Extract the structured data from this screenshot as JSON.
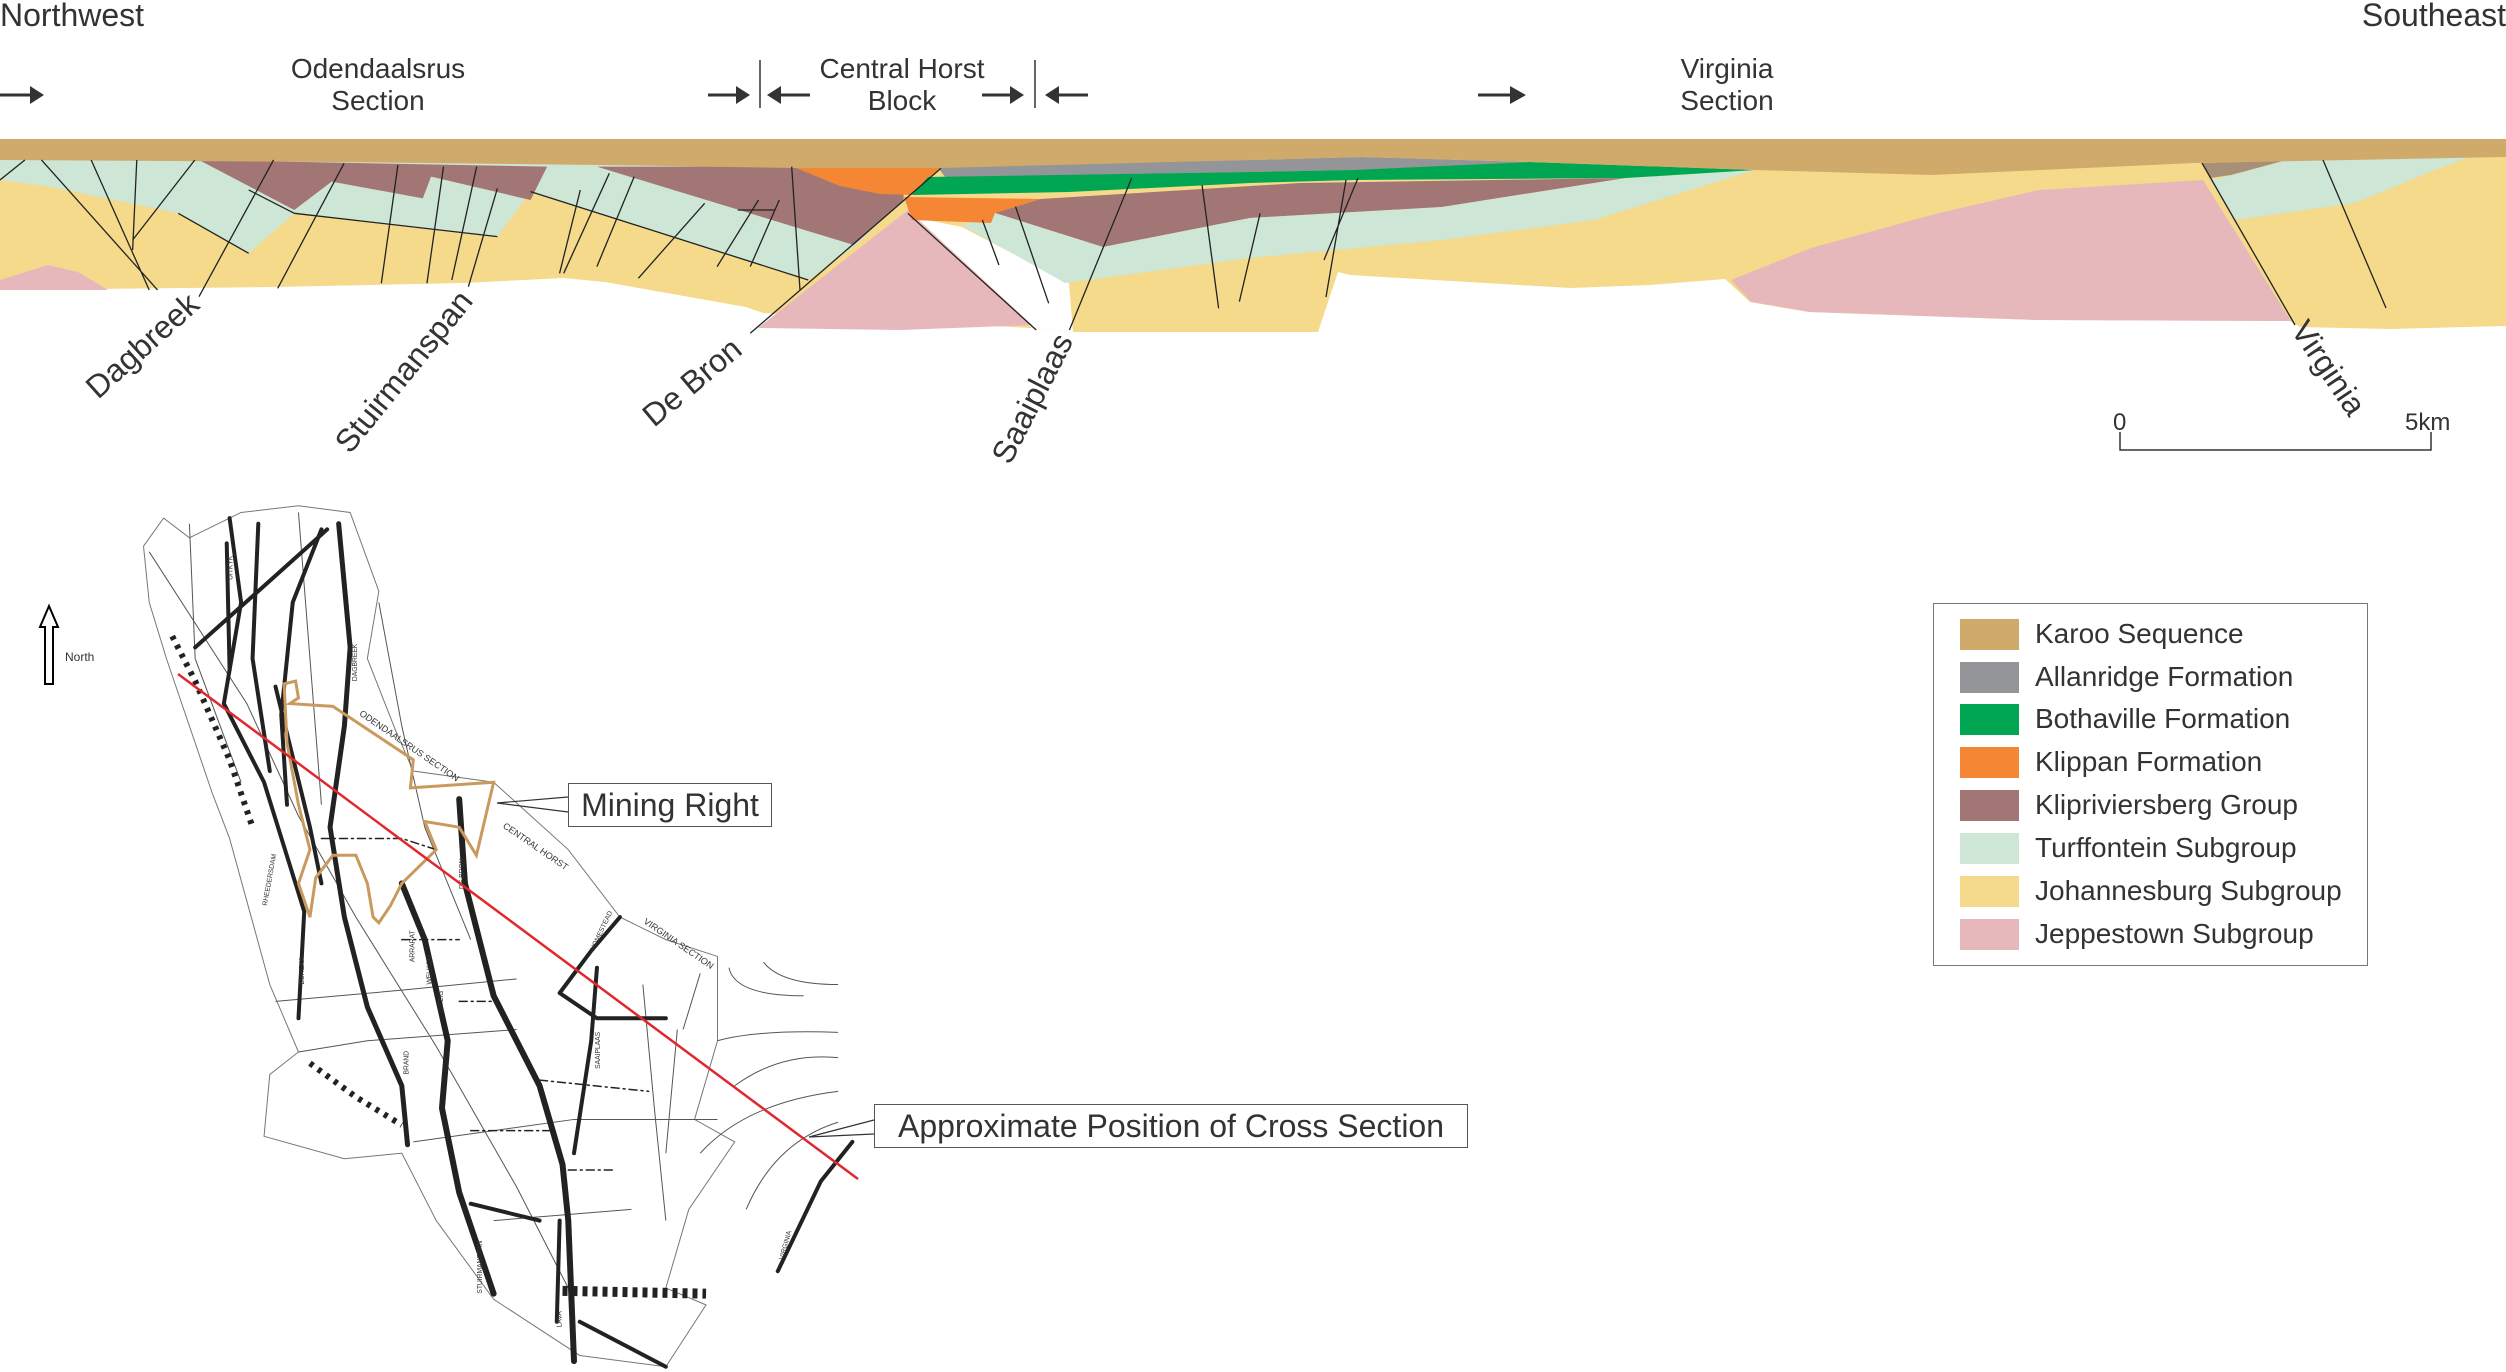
{
  "cross_section": {
    "direction_left": "Northwest",
    "direction_right": "Southeast",
    "sections": [
      {
        "line1": "Odendaalsrus",
        "line2": "Section"
      },
      {
        "line1": "Central Horst",
        "line2": "Block"
      },
      {
        "line1": "Virginia",
        "line2": "Section"
      }
    ],
    "faults": [
      "Dagbreek",
      "Stuirmanspan",
      "De Bron",
      "Saaiplaas",
      "Virginia"
    ],
    "scale_bar": {
      "start": "0",
      "end": "5km"
    }
  },
  "legend": {
    "items": [
      {
        "label": "Karoo Sequence",
        "color": "#cfaa6b"
      },
      {
        "label": "Allanridge Formation",
        "color": "#939598"
      },
      {
        "label": "Bothaville Formation",
        "color": "#00a651"
      },
      {
        "label": "Klippan Formation",
        "color": "#f58634"
      },
      {
        "label": "Klipriviersberg Group",
        "color": "#a37676"
      },
      {
        "label": "Turffontein Subgroup",
        "color": "#cde6d5"
      },
      {
        "label": "Johannesburg Subgroup",
        "color": "#f4da8a"
      },
      {
        "label": "Jeppestown Subgroup",
        "color": "#e6b8bc"
      }
    ]
  },
  "map": {
    "north_label": "North",
    "mining_right_label": "Mining Right",
    "cross_section_label": "Approximate Position of Cross Section",
    "section_line_color": "#e0282e",
    "mining_right_color": "#c99a5e",
    "labels": [
      "ODENDAALSRUS SECTION",
      "CENTRAL HORST",
      "VIRGINIA SECTION",
      "DAGBREEK",
      "DE BRON",
      "STUIRMANSPAN",
      "HOMESTEAD",
      "SAAIPLAAS",
      "VIRGINIA",
      "UITKYK",
      "RHEEDERSDAM",
      "EUREKA",
      "ARRARAT",
      "WELKOM",
      "UITZIG",
      "BRAND",
      "LAVA"
    ]
  }
}
